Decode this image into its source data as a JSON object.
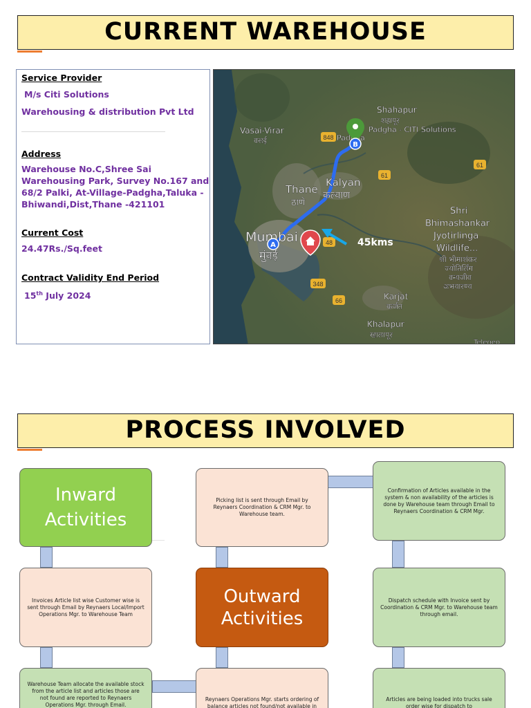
{
  "slide1": {
    "title": "CURRENT WAREHOUSE",
    "service_provider_label": "Service Provider",
    "provider_line1": "M/s Citi Solutions",
    "provider_line2": "Warehousing & distribution Pvt Ltd",
    "address_label": "Address",
    "address_line1": "Warehouse No.C,Shree Sai",
    "address_line2": "Warehousing Park, Survey No.167 and",
    "address_line3": "68/2 Palki, At-Village-Padgha,Taluka -",
    "address_line4": "Bhiwandi,Dist,Thane -421101",
    "cost_label": "Current Cost",
    "cost_value": "24.47Rs./Sq.feet",
    "validity_label": "Contract Validity End Period",
    "validity_day": "15",
    "validity_suffix": "th",
    "validity_rest": " July 2024"
  },
  "map": {
    "label_shahapur": "Shahapur",
    "label_shahapur_local": "शहापूर",
    "label_padgha": "Padgha - CITI Solutions",
    "label_padgha_short": "Padgha",
    "label_vasai": "Vasai-Virar",
    "label_vasai_local": "वसई",
    "label_thane": "Thane",
    "label_thane_local": "ठाणे",
    "label_kalyan": "Kalyan",
    "label_kalyan_local": "कल्याण",
    "label_mumbai": "Mumbai",
    "label_mumbai_local": "मुंबई",
    "label_bhima1": "Shri",
    "label_bhima2": "Bhimashankar",
    "label_bhima3": "Jyotirlinga",
    "label_bhima4": "Wildlife...",
    "label_bhima_local1": "श्री भीमाशंकर",
    "label_bhima_local2": "ज्योतिर्लिंग",
    "label_bhima_local3": "वन्यजीव",
    "label_bhima_local4": "अभयारण्य",
    "label_karjat": "Karjat",
    "label_karjat_local": "कर्जत",
    "label_khalapur": "Khalapur",
    "label_khalapur_local": "खालापूर",
    "distance": "45kms",
    "marker_a": "A",
    "marker_b": "B",
    "road_848": "848",
    "road_61a": "61",
    "road_61b": "61",
    "road_48": "48",
    "road_348": "348",
    "road_66": "66",
    "attribution": "Telegeo",
    "colors": {
      "route": "#2d6cf0",
      "marker_b": "#4c9a3a",
      "home_marker": "#e0474c",
      "arrow": "#18a7e8"
    }
  },
  "slide2": {
    "title": "PROCESS INVOLVED",
    "inward_line1": "Inward",
    "inward_line2": "Activities",
    "outward_line1": "Outward",
    "outward_line2": "Activities",
    "picking_list": "Picking list is sent through Email by Reynaers Coordination & CRM Mgr. to Warehouse team.",
    "confirmation": "Confirmation of Articles available in the system & non availability of the articles is done by Warehouse team through Email to Reynaers Coordination & CRM Mgr.",
    "invoices": "Invoices Article list wise Customer wise is sent through Email by Reynaers Local/Import Operations Mgr. to Warehouse Team",
    "dispatch_schedule": "Dispatch schedule with Invoice sent by Coordination & CRM Mgr. to Warehouse team through email.",
    "allocate": "Warehouse Team allocate the available stock from the article list and articles those are not found are reported to Reynaers Operations Mgr. through Email.",
    "ordering": "Reynaers Operations Mgr. starts ordering of balance articles not found/not available in",
    "loading": "Articles are being loaded into trucks sale order wise for dispatch to"
  }
}
